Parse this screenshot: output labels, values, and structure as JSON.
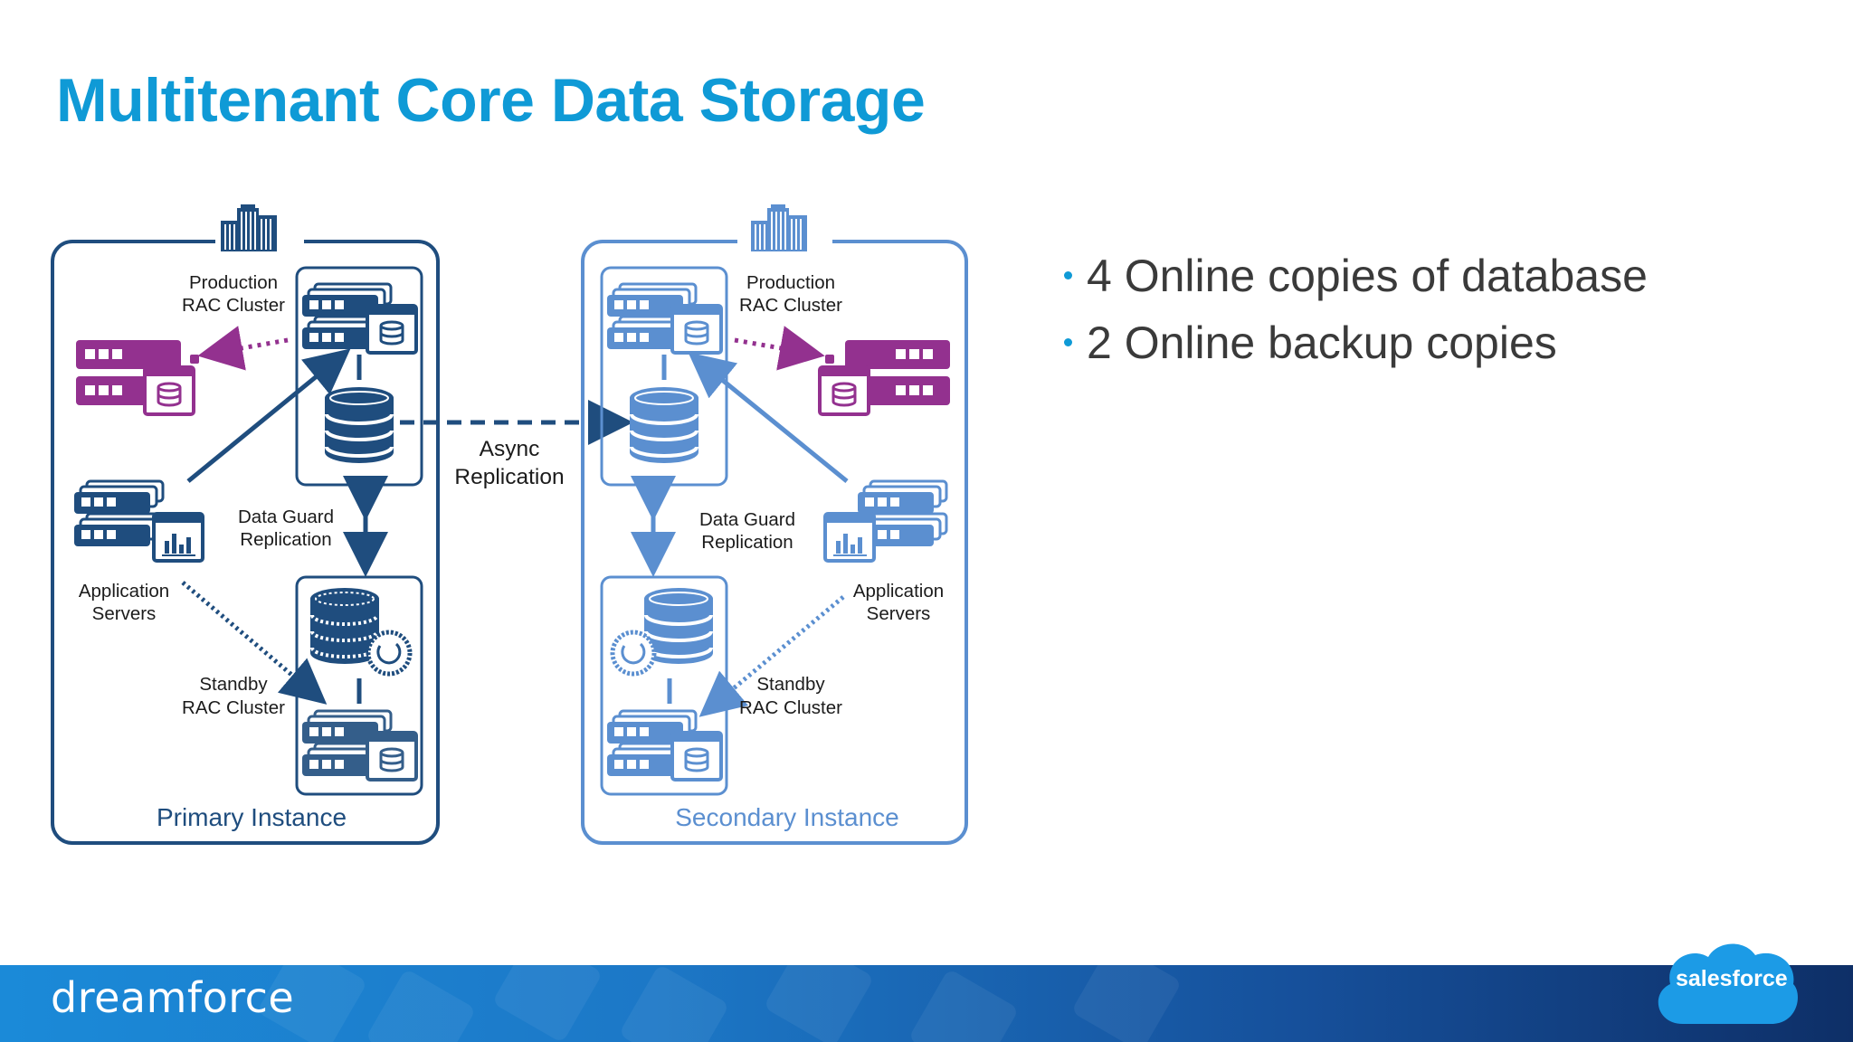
{
  "slide": {
    "title": "Multitenant Core Data Storage",
    "bullets": [
      "4 Online copies of database",
      "2 Online backup copies"
    ]
  },
  "diagram": {
    "primary": {
      "instance_label": "Primary Instance",
      "production_label_1": "Production",
      "production_label_2": "RAC Cluster",
      "app_label_1": "Application",
      "app_label_2": "Servers",
      "dataguard_label_1": "Data Guard",
      "dataguard_label_2": "Replication",
      "standby_label_1": "Standby",
      "standby_label_2": "RAC Cluster"
    },
    "secondary": {
      "instance_label": "Secondary Instance",
      "production_label_1": "Production",
      "production_label_2": "RAC Cluster",
      "app_label_1": "Application",
      "app_label_2": "Servers",
      "dataguard_label_1": "Data Guard",
      "dataguard_label_2": "Replication",
      "standby_label_1": "Standby",
      "standby_label_2": "RAC Cluster"
    },
    "async_label_1": "Async",
    "async_label_2": "Replication"
  },
  "footer": {
    "brand": "dreamforce",
    "logo_text": "salesforce"
  },
  "colors": {
    "title": "#0f9ad6",
    "primary": "#1f4d7e",
    "secondary": "#5b8fd0",
    "backup": "#93318f",
    "bullet_dot": "#0f9ad6"
  }
}
